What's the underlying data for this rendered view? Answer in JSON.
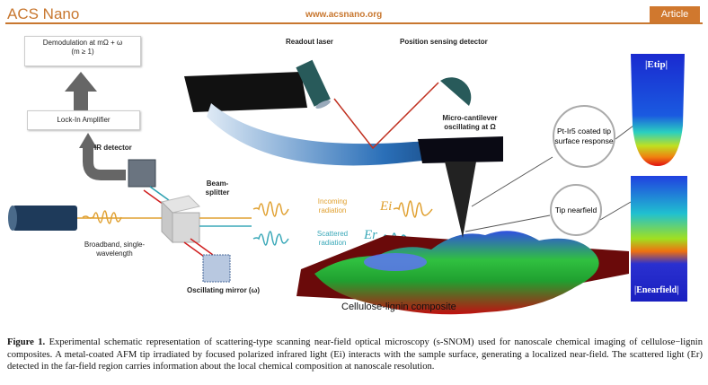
{
  "header": {
    "journal": "ACS Nano",
    "url": "www.acsnano.org",
    "badge": "Article"
  },
  "figure": {
    "demod_line1": "Demodulation at mΩ + ω",
    "demod_line2": "(m ≥ 1)",
    "lockin": "Lock-In Amplifier",
    "ir_detector": "IR detector",
    "beamsplitter": "Beam-splitter",
    "source": "Broadband, single-wavelength",
    "mirror": "Oscillating mirror (ω)",
    "readout_laser": "Readout laser",
    "psd": "Position sensing detector",
    "cantilever": "Micro-cantilever oscillating at Ω",
    "incoming": "Incoming radiation",
    "incoming_sym": "Ei",
    "scattered": "Scattered radiation",
    "scattered_sym": "Er",
    "tip_response": "Pt-Ir5 coated tip surface response",
    "tip_nearfield": "Tip nearfield",
    "etip": "|Etip|",
    "enearfield": "|Enearfield|",
    "sample": "Cellulose-lignin composite"
  },
  "caption": {
    "label": "Figure 1.",
    "text": "Experimental schematic representation of scattering-type scanning near-field optical microscopy (s-SNOM) used for nanoscale chemical imaging of cellulose−lignin composites. A metal-coated AFM tip irradiated by focused polarized infrared light (Ei) interacts with the sample surface, generating a localized near-field. The scattered light (Er) detected in the far-field region carries information about the local chemical composition at nanoscale resolution."
  },
  "colors": {
    "accent": "#c8772f",
    "incoming": "#e0a030",
    "scattered": "#3aa8b8"
  }
}
